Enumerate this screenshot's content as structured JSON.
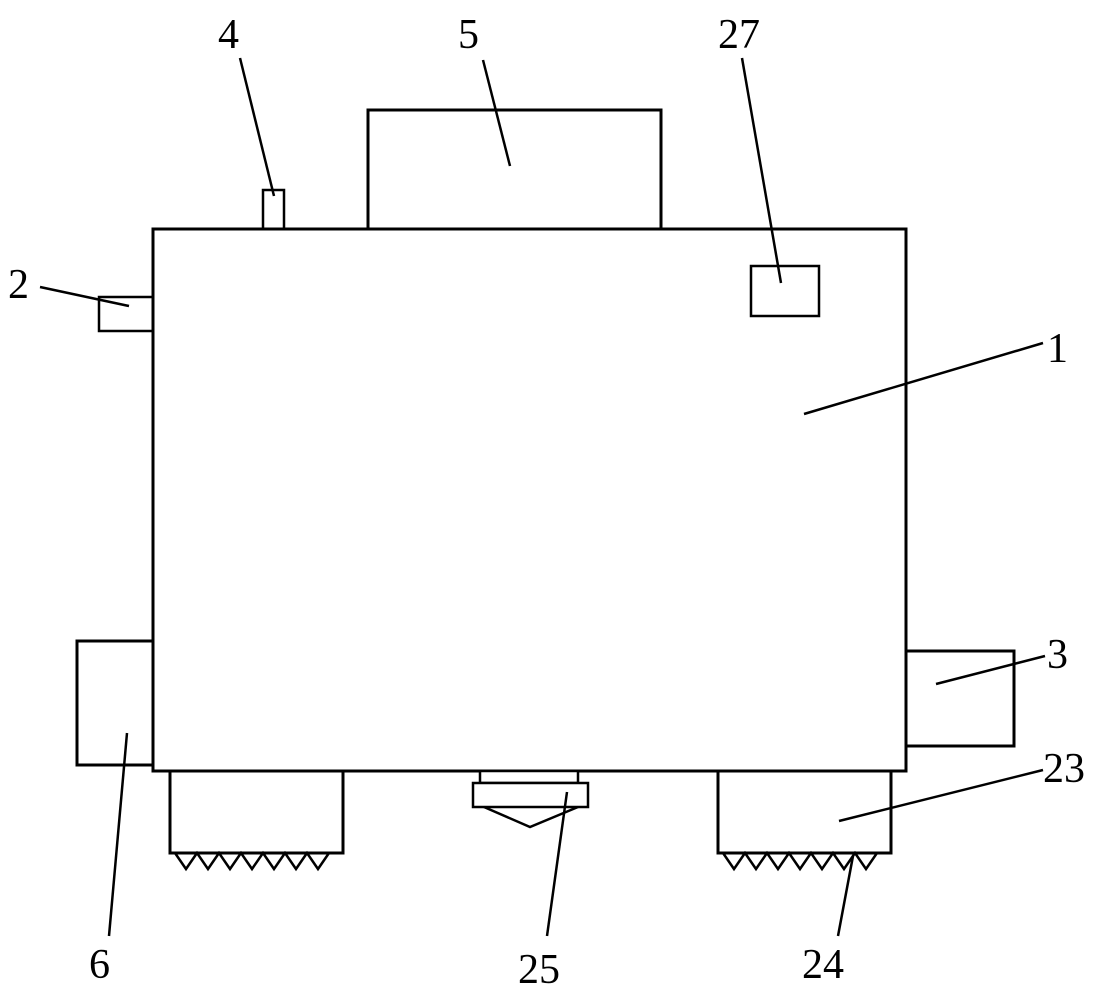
{
  "diagram": {
    "line_color": "#000000",
    "background": "#ffffff",
    "labels": {
      "main_body": "1",
      "left_port": "2",
      "right_outlet": "3",
      "top_pipe": "4",
      "top_box": "5",
      "left_box": "6",
      "grinding_block": "23",
      "teeth": "24",
      "bottom_nozzle": "25",
      "panel": "27"
    }
  }
}
